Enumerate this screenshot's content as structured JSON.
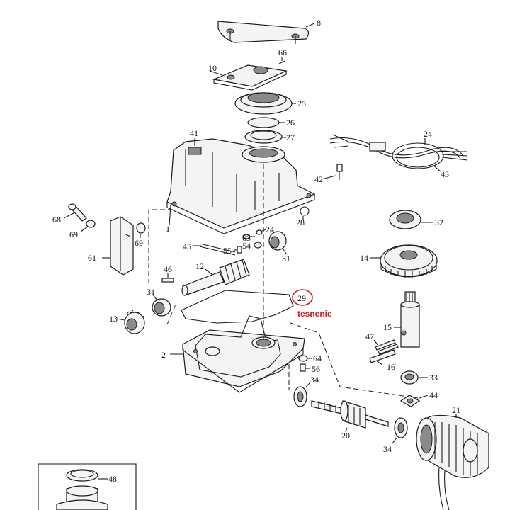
{
  "callouts": {
    "c8": "8",
    "c66": "66",
    "c10": "10",
    "c25": "25",
    "c26": "26",
    "c27": "27",
    "c41": "41",
    "c24a": "24",
    "c43": "43",
    "c42": "42",
    "c68": "68",
    "c69a": "69",
    "c69b": "69",
    "c1": "1",
    "c28": "28",
    "c63": "63",
    "c24b": "24",
    "c45": "45",
    "c54": "54",
    "c55": "55",
    "c31a": "31",
    "c32": "32",
    "c14": "14",
    "c61": "61",
    "c46": "46",
    "c12": "12",
    "c31b": "31",
    "c29": "29",
    "c13": "13",
    "c15": "15",
    "c47": "47",
    "c16": "16",
    "c2": "2",
    "c64": "64",
    "c56": "56",
    "c33": "33",
    "c34a": "34",
    "c44": "44",
    "c21": "21",
    "c20": "20",
    "c34b": "34",
    "c48": "48"
  },
  "annotation": {
    "text": "tesnenie",
    "color": "#d4161c"
  }
}
